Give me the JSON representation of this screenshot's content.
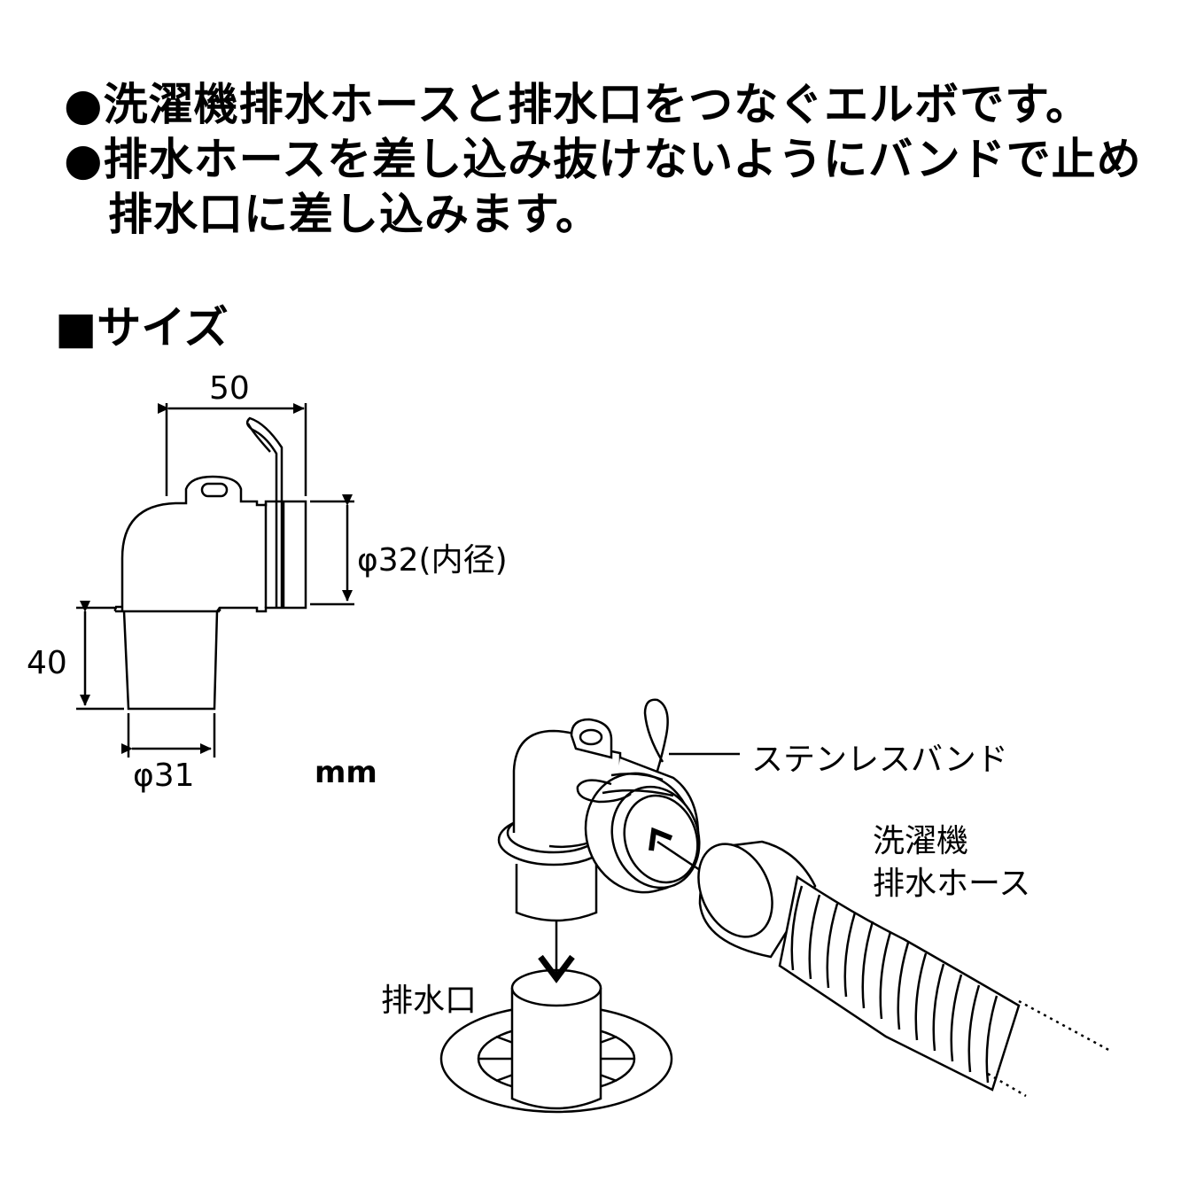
{
  "description": {
    "line1": "●洗濯機排水ホースと排水口をつなぐエルボです。",
    "line2": "●排水ホースを差し込み抜けないようにバンドで止め",
    "line3": "排水口に差し込みます。"
  },
  "size_section": {
    "heading": "■サイズ",
    "dim_width": "50",
    "dim_height": "40",
    "dim_inner_diameter": "φ32(内径)",
    "dim_bottom_diameter": "φ31",
    "unit": "mm"
  },
  "illustration": {
    "band_label": "ステンレスバンド",
    "hose_label_line1": "洗濯機",
    "hose_label_line2": "排水ホース",
    "drain_label": "排水口"
  }
}
